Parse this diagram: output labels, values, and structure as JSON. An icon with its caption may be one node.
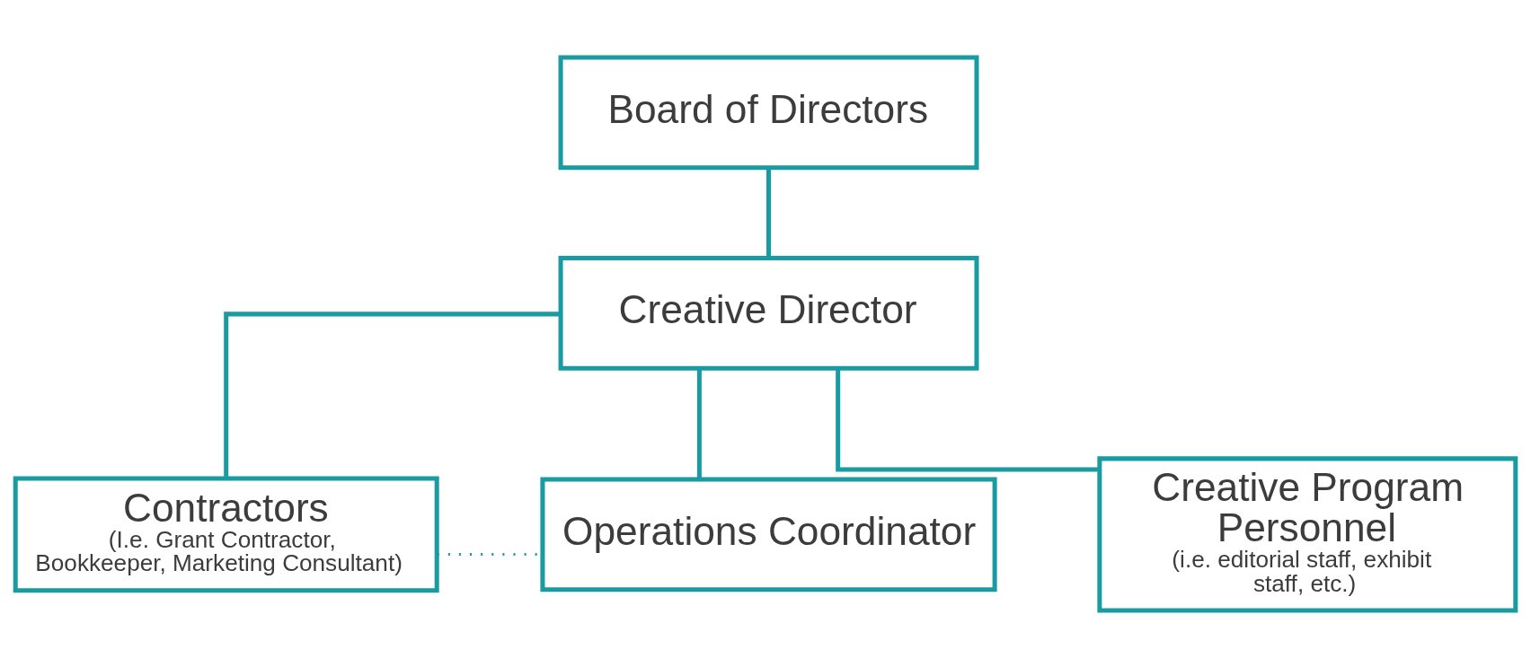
{
  "diagram": {
    "nodes": [
      {
        "text": [
          "Board of Directors"
        ]
      },
      {
        "text": [
          "Creative Director"
        ]
      },
      {
        "text": [
          "Contractors",
          "(I.e. Grant Contractor, Bookkeeper, Marketing Consultant)"
        ]
      },
      {
        "text": [
          "Operations Coordinator"
        ]
      },
      {
        "text": [
          "Creative Program Personnel",
          "(i.e. editorial staff, exhibit staff, etc.)"
        ]
      }
    ],
    "edges": [
      {
        "from": 0,
        "to": 1,
        "arrow": "none"
      },
      {
        "from": 1,
        "to": 2,
        "arrow": "none"
      },
      {
        "from": 1,
        "to": 3,
        "arrow": "none"
      },
      {
        "from": 1,
        "to": 4,
        "arrow": "none"
      },
      {
        "from": 2,
        "to": 3,
        "arrow": "none",
        "style": "dashed"
      }
    ]
  }
}
